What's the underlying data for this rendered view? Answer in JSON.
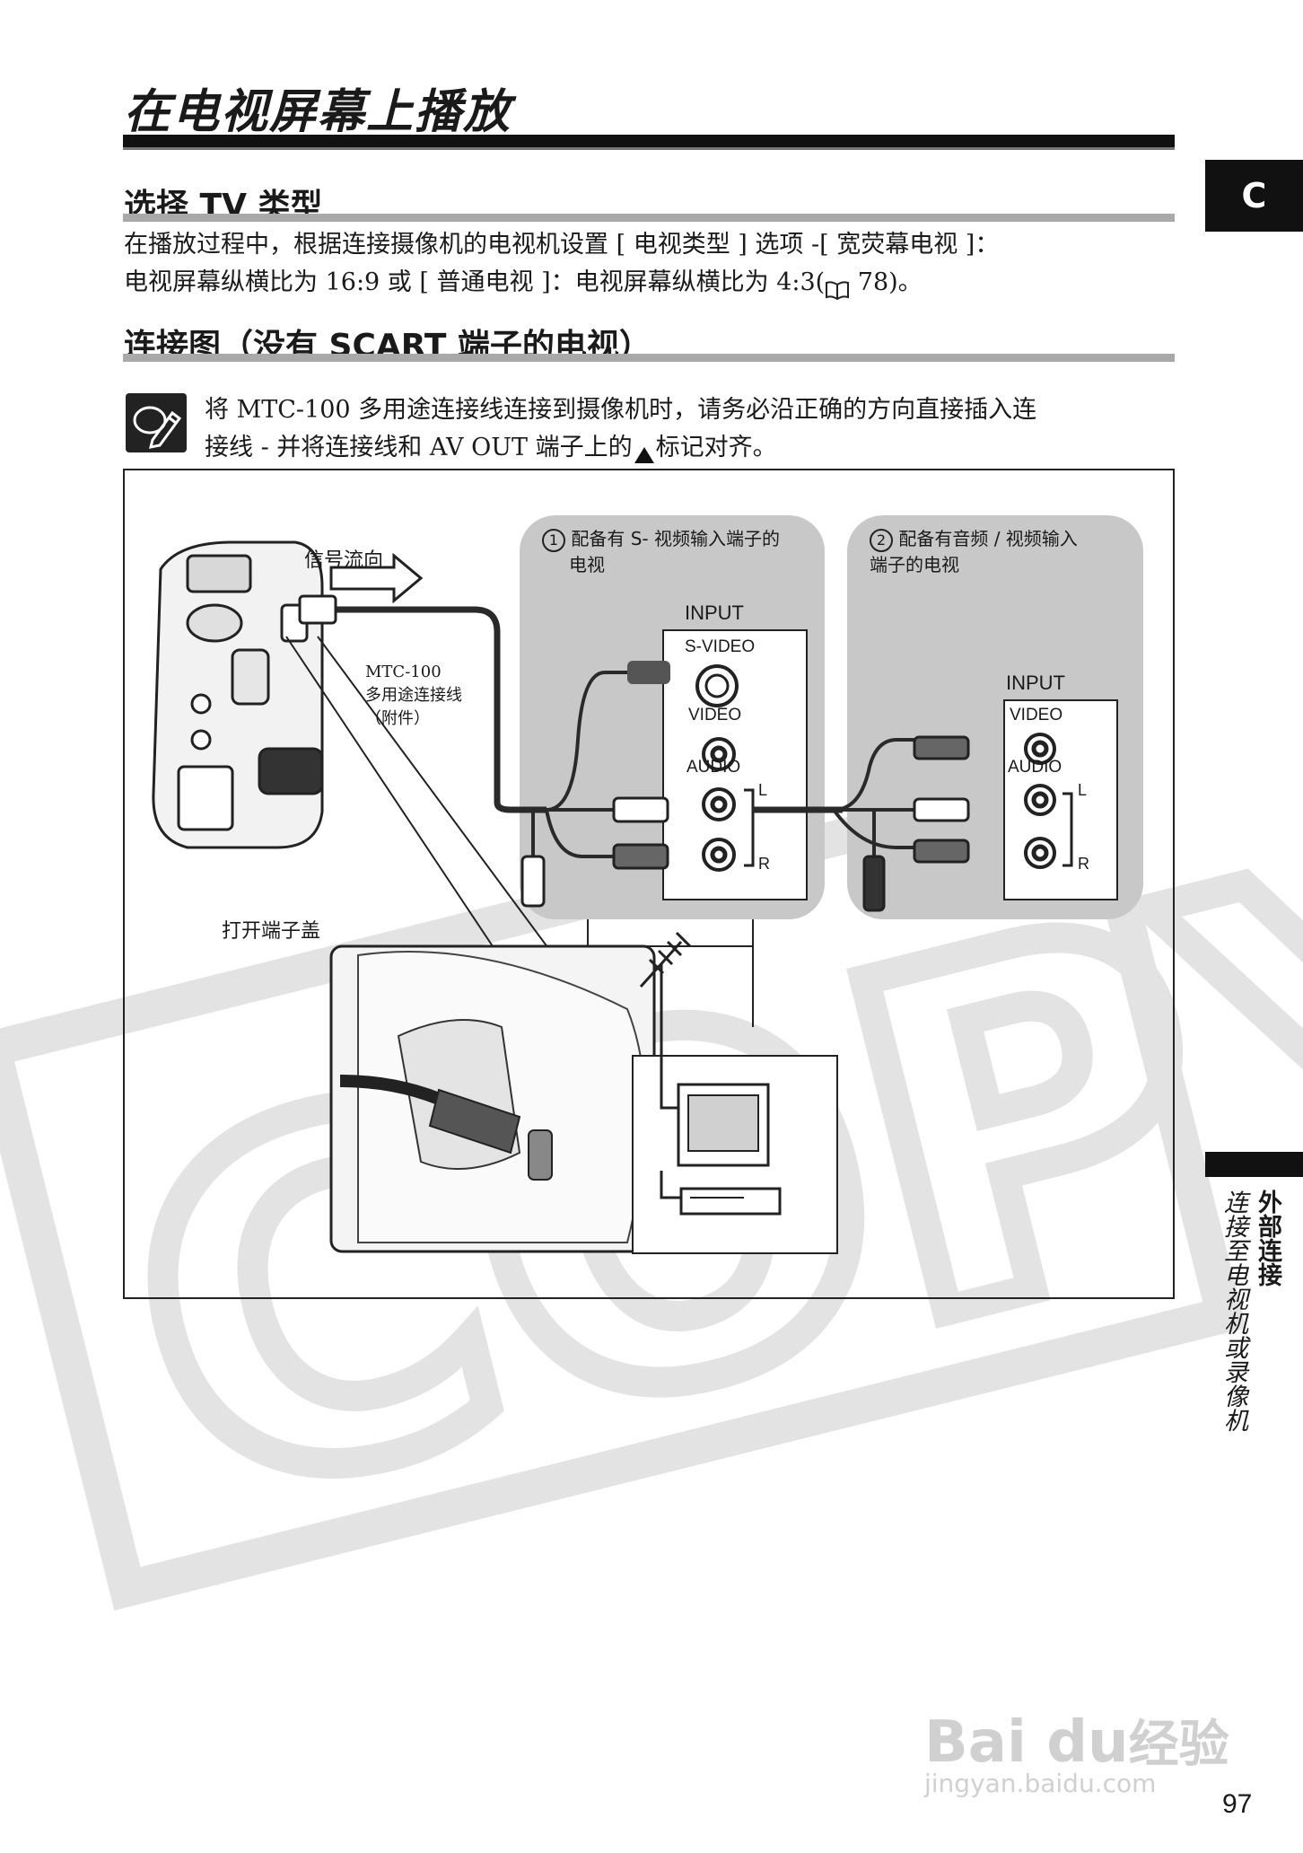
{
  "page": {
    "title": "在电视屏幕上播放",
    "side_tab_letter": "C",
    "page_number": "97",
    "side_tab_line1": "外部连接",
    "side_tab_line2": "连接至电视机或录像机"
  },
  "section1": {
    "heading": "选择 TV 类型",
    "paragraph_line1": "在播放过程中，根据连接摄像机的电视机设置 [ 电视类型 ] 选项 -[ 宽荧幕电视 ]：",
    "paragraph_line2": "电视屏幕纵横比为 16:9 或 [ 普通电视 ]：电视屏幕纵横比为 4:3(",
    "paragraph_ref": " 78)。"
  },
  "section2": {
    "heading": "连接图（没有 SCART 端子的电视）",
    "note_line1": "将 MTC-100 多用途连接线连接到摄像机时，请务必沿正确的方向直接插入连",
    "note_line2": "接线 - 并将连接线和 AV OUT 端子上的",
    "note_line2_tail": "标记对齐。"
  },
  "diagram": {
    "signal_flow": "信号流向",
    "cable_line1": "MTC-100",
    "cable_line2": "多用途连接线",
    "cable_line3": "（附件）",
    "open_cover": "打开端子盖",
    "panel1_num": "1",
    "panel1_line1": "配备有 S- 视频输入端子的",
    "panel1_line2": "电视",
    "panel2_num": "2",
    "panel2_line1": "配备有音频 / 视频输入",
    "panel2_line2": "端子的电视",
    "input_label": "INPUT",
    "svideo_label": "S-VIDEO",
    "video_label": "VIDEO",
    "audio_label": "AUDIO",
    "left_label": "L",
    "right_label": "R"
  },
  "watermark": {
    "copy": "COPY",
    "baidu": "Bai du",
    "jingyan": "经验",
    "url": "jingyan.baidu.com"
  },
  "colors": {
    "panel_gray": "#c8c8c8",
    "tab_black": "#111111",
    "rule_gray": "#a9a9a9"
  }
}
